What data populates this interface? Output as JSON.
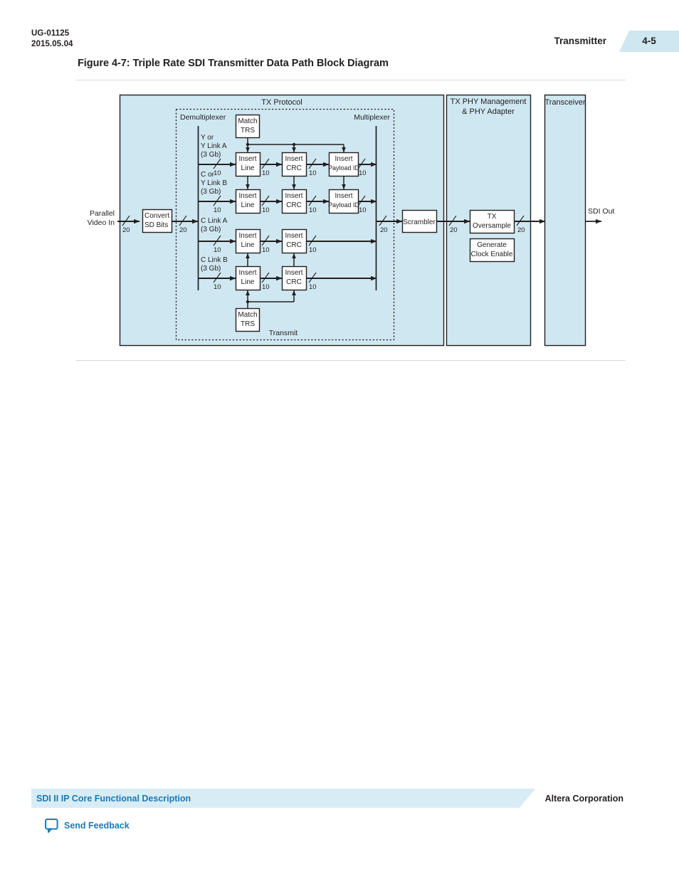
{
  "header": {
    "doc_id": "UG-01125",
    "doc_date": "2015.05.04",
    "chapter": "Transmitter",
    "page_number": "4-5"
  },
  "figure": {
    "caption": "Figure 4-7: Triple Rate SDI Transmitter Data Path Block Diagram",
    "containers": {
      "tx_protocol": "TX Protocol",
      "tx_phy": "TX PHY Management\n& PHY Adapter",
      "tx_phy_line1": "TX PHY Management",
      "tx_phy_line2": "& PHY Adapter",
      "transceiver": "Transceiver",
      "demultiplexer": "Demultiplexer",
      "multiplexer": "Multiplexer",
      "transmit": "Transmit"
    },
    "io": {
      "input_line1": "Parallel",
      "input_line2": "Video In",
      "output": "SDI Out"
    },
    "blocks": {
      "convert_sd_bits_line1": "Convert",
      "convert_sd_bits_line2": "SD Bits",
      "match_trs_line1": "Match",
      "match_trs_line2": "TRS",
      "insert_line_line1": "Insert",
      "insert_line_line2": "Line",
      "insert_crc_line1": "Insert",
      "insert_crc_line2": "CRC",
      "insert_payload_line1": "Insert",
      "insert_payload_line2": "Payload ID",
      "scrambler": "Scrambler",
      "tx_oversample_line1": "TX",
      "tx_oversample_line2": "Oversample",
      "generate_clock_line1": "Generate",
      "generate_clock_line2": "Clock Enable"
    },
    "channels": [
      {
        "line1": "Y or",
        "line2": "Y Link A",
        "line3": "(3 Gb)"
      },
      {
        "line1": "C or",
        "line2": "Y Link B",
        "line3": "(3 Gb)"
      },
      {
        "line1": "C Link A",
        "line2": "(3 Gb)",
        "line3": ""
      },
      {
        "line1": "C Link B",
        "line2": "(3 Gb)",
        "line3": ""
      }
    ],
    "bus_widths": {
      "w20": "20",
      "w10": "10"
    },
    "colors": {
      "container_fill": "#cfe7f1",
      "block_fill": "#ffffff",
      "stroke": "#231f20",
      "accent": "#1b7ab5"
    }
  },
  "footer": {
    "section_title": "SDI II IP Core Functional Description",
    "company": "Altera Corporation",
    "feedback_label": "Send Feedback"
  }
}
